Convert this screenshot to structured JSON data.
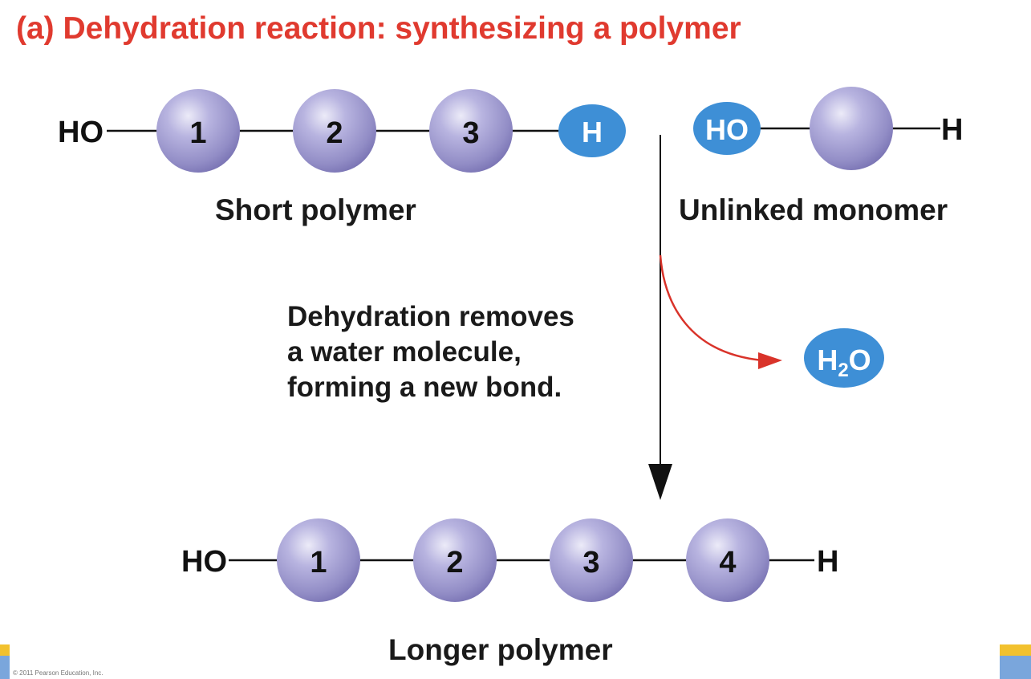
{
  "title": "(a) Dehydration reaction: synthesizing a polymer",
  "short_polymer": {
    "left_end": "HO",
    "monomers": [
      "1",
      "2",
      "3"
    ],
    "right_end": "H",
    "caption": "Short polymer"
  },
  "unlinked_monomer": {
    "left_end": "HO",
    "right_end": "H",
    "caption": "Unlinked monomer"
  },
  "reaction_note": {
    "line1": "Dehydration removes",
    "line2": "a water molecule,",
    "line3": "forming a new bond."
  },
  "water": {
    "h": "H",
    "sub": "2",
    "o": "O"
  },
  "longer_polymer": {
    "left_end": "HO",
    "monomers": [
      "1",
      "2",
      "3",
      "4"
    ],
    "right_end": "H",
    "caption": "Longer polymer"
  },
  "copyright": "© 2011 Pearson Education, Inc.",
  "colors": {
    "title": "#e03a2f",
    "monomer": "#9a95cc",
    "highlight_blue": "#3e8fd6",
    "arrow_red": "#d9332a",
    "corner_yellow": "#f2c12e",
    "corner_blue": "#7aa6dc"
  }
}
